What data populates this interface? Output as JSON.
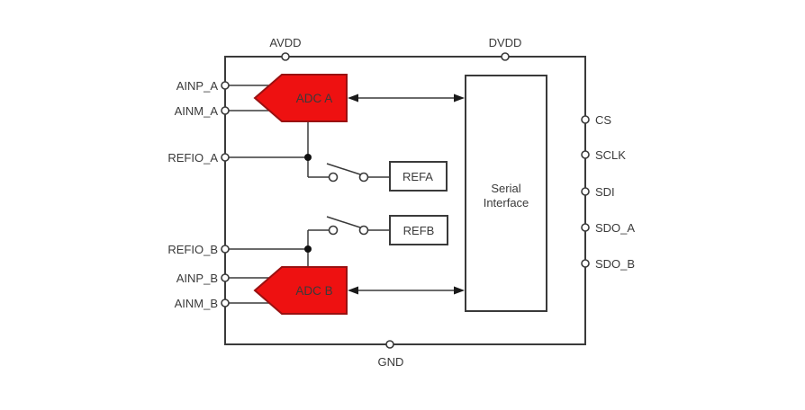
{
  "pins": {
    "top": [
      {
        "label": "AVDD"
      },
      {
        "label": "DVDD"
      }
    ],
    "left": [
      {
        "label": "AINP_A"
      },
      {
        "label": "AINM_A"
      },
      {
        "label": "REFIO_A"
      },
      {
        "label": "REFIO_B"
      },
      {
        "label": "AINP_B"
      },
      {
        "label": "AINM_B"
      }
    ],
    "right": [
      {
        "label": "CS"
      },
      {
        "label": "SCLK"
      },
      {
        "label": "SDI"
      },
      {
        "label": "SDO_A"
      },
      {
        "label": "SDO_B"
      }
    ],
    "bottom": [
      {
        "label": "GND"
      }
    ]
  },
  "blocks": {
    "adc_a": {
      "label": "ADC A"
    },
    "adc_b": {
      "label": "ADC B"
    },
    "ref_a": {
      "label": "REFA"
    },
    "ref_b": {
      "label": "REFB"
    },
    "serial_interface": {
      "line1": "Serial",
      "line2": "Interface"
    }
  },
  "colors": {
    "adc_fill": "#ee1111",
    "adc_border": "#991111",
    "adc_label": "#f2a2a2",
    "wire": "#3a3a3a",
    "label_text": "#3a3a3a",
    "background": "#ffffff"
  }
}
